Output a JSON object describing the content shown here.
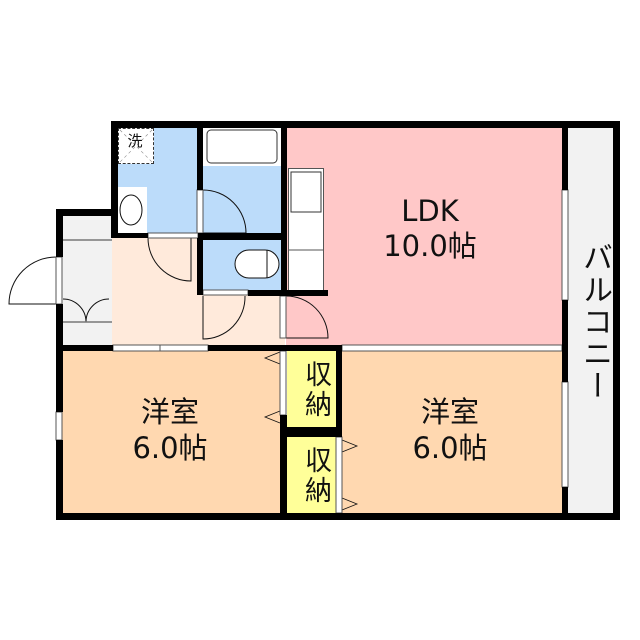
{
  "floor_plan": {
    "rooms": {
      "ldk": {
        "name": "LDK",
        "size": "10.0帖",
        "color": "#ffc8c8"
      },
      "western_left": {
        "name": "洋室",
        "size": "6.0帖",
        "color": "#ffd8b0"
      },
      "western_right": {
        "name": "洋室",
        "size": "6.0帖",
        "color": "#ffd8b0"
      },
      "storage_top": {
        "name": "収納",
        "color": "#ffff99"
      },
      "storage_bottom": {
        "name": "収納",
        "color": "#ffff99"
      },
      "balcony": {
        "name": "バルコニー",
        "color": "#f2f2f2"
      },
      "washroom": {
        "label": "洗",
        "color": "#bcdcfa"
      },
      "bathroom": {
        "color": "#bcdcfa"
      },
      "toilet": {
        "color": "#bcdcfa"
      },
      "hallway": {
        "color": "#ffeadb"
      },
      "entrance": {
        "color": "#f2f2f2"
      }
    },
    "colors": {
      "wall": "#000000",
      "wet_area": "#bcdcfa",
      "fixture": "#ffffff"
    }
  }
}
